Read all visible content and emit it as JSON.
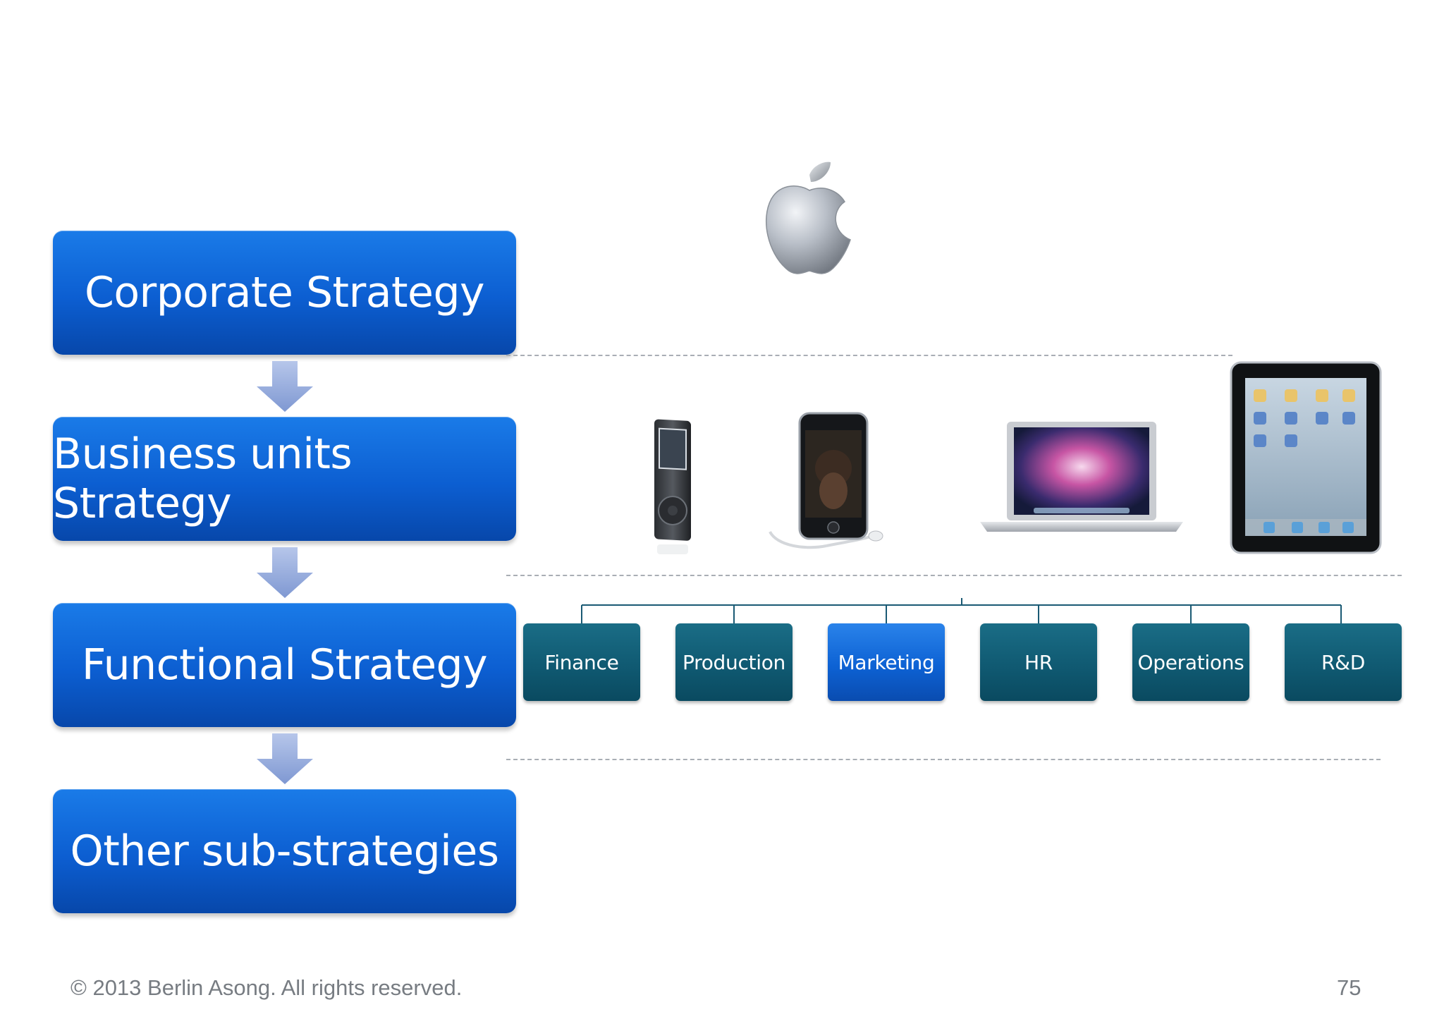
{
  "hierarchy": [
    {
      "label": "Corporate Strategy"
    },
    {
      "label": "Business units Strategy"
    },
    {
      "label": "Functional Strategy"
    },
    {
      "label": "Other sub-strategies"
    }
  ],
  "functions": [
    {
      "label": "Finance",
      "highlighted": false
    },
    {
      "label": "Production",
      "highlighted": false
    },
    {
      "label": "Marketing",
      "highlighted": true
    },
    {
      "label": "HR",
      "highlighted": false
    },
    {
      "label": "Operations",
      "highlighted": false
    },
    {
      "label": "R&D",
      "highlighted": false
    }
  ],
  "products": [
    "ipod-icon",
    "iphone-icon",
    "macbook-icon",
    "ipad-icon"
  ],
  "logo": "apple-logo-icon",
  "footer": {
    "copyright": "© 2013 Berlin Asong. All rights reserved.",
    "page_number": "75"
  },
  "colors": {
    "strategy_box": "#0c5ed1",
    "function_box": "#0f5870",
    "function_highlight": "#0d62d4"
  }
}
